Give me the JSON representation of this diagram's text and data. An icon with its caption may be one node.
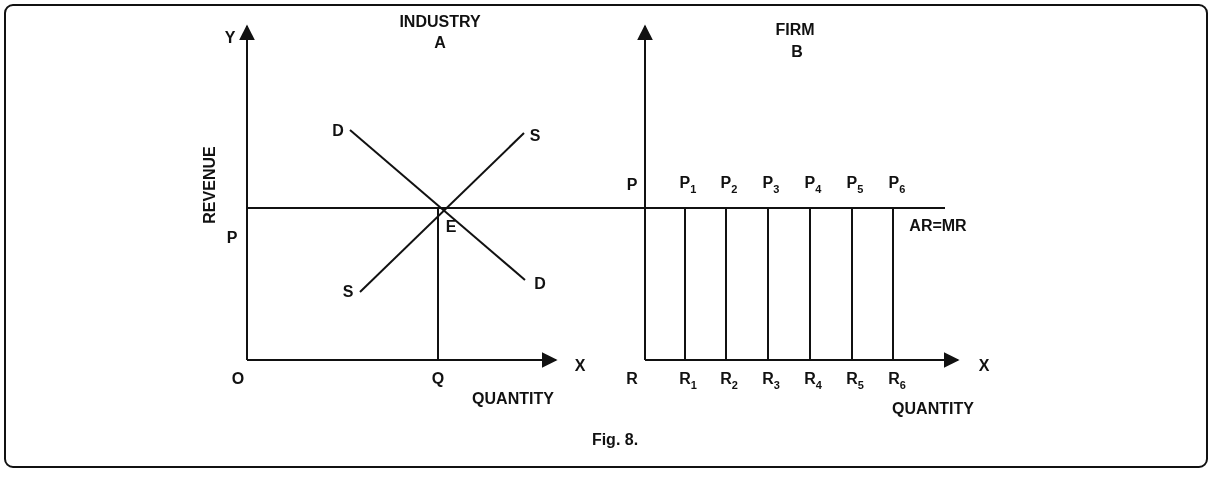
{
  "diagram": {
    "caption": "Fig. 8.",
    "labels": [
      "Y",
      "INDUSTRY",
      "A",
      "FIRM",
      "B",
      "D",
      "S",
      "REVENUE",
      "P",
      "E",
      "P",
      "P$_{1}$",
      "P$_{2}$",
      "P$_{3}$",
      "P$_{4}$",
      "P$_{5}$",
      "P$_{6}$",
      "AR=MR",
      "S",
      "D",
      "O",
      "Q",
      "X",
      "R",
      "R$_{1}$",
      "R$_{2}$",
      "R$_{3}$",
      "R$_{4}$",
      "R$_{5}$",
      "R$_{6}$",
      "X",
      "QUANTITY",
      "QUANTITY"
    ]
  }
}
